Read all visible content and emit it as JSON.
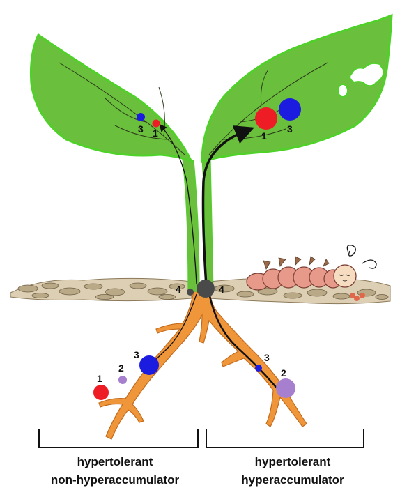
{
  "diagram": {
    "left_plant": {
      "caption_line1": "hypertolerant",
      "caption_line2": "non-hyperaccumulator",
      "leaf_labels": [
        "3",
        "1"
      ],
      "root_labels": [
        "1",
        "2",
        "3"
      ],
      "junction_label": "4"
    },
    "right_plant": {
      "caption_line1": "hypertolerant",
      "caption_line2": "hyperaccumulator",
      "leaf_labels": [
        "1",
        "3"
      ],
      "root_labels": [
        "3",
        "2"
      ],
      "junction_label": "4"
    },
    "colors": {
      "leaf": "#6abf3c",
      "leaf_edge": "#4fd12a",
      "root": "#f0963a",
      "soil": "#d8cbb0",
      "metal_1": "#ee1c24",
      "metal_2": "#a77fcf",
      "metal_3": "#1c1ce0",
      "metal_4": "#4a4a4a"
    },
    "icons": [
      "caterpillar-icon",
      "transport-arrow-icon"
    ]
  }
}
